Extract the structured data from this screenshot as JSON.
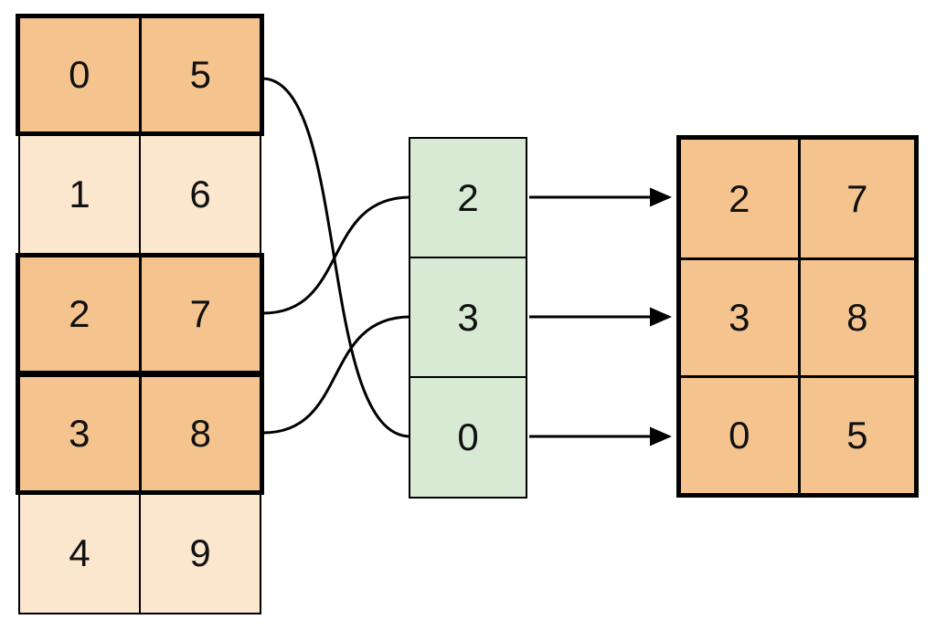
{
  "source": {
    "rows": [
      {
        "cells": [
          "0",
          "5"
        ],
        "highlighted": true
      },
      {
        "cells": [
          "1",
          "6"
        ],
        "highlighted": false
      },
      {
        "cells": [
          "2",
          "7"
        ],
        "highlighted": true
      },
      {
        "cells": [
          "3",
          "8"
        ],
        "highlighted": true
      },
      {
        "cells": [
          "4",
          "9"
        ],
        "highlighted": false
      }
    ]
  },
  "index": {
    "values": [
      "2",
      "3",
      "0"
    ]
  },
  "result": {
    "rows": [
      [
        "2",
        "7"
      ],
      [
        "3",
        "8"
      ],
      [
        "0",
        "5"
      ]
    ]
  },
  "connections": {
    "source_row_to_index_cell": [
      {
        "source_row": 2,
        "index_cell": 0
      },
      {
        "source_row": 3,
        "index_cell": 1
      },
      {
        "source_row": 0,
        "index_cell": 2
      }
    ],
    "index_cell_to_result_row": [
      {
        "index_cell": 0,
        "result_row": 0
      },
      {
        "index_cell": 1,
        "result_row": 1
      },
      {
        "index_cell": 2,
        "result_row": 2
      }
    ]
  },
  "colors": {
    "highlight": "#F5C48E",
    "muted": "#FBE6CE",
    "index_green": "#D8EAD3",
    "line": "#000000"
  }
}
